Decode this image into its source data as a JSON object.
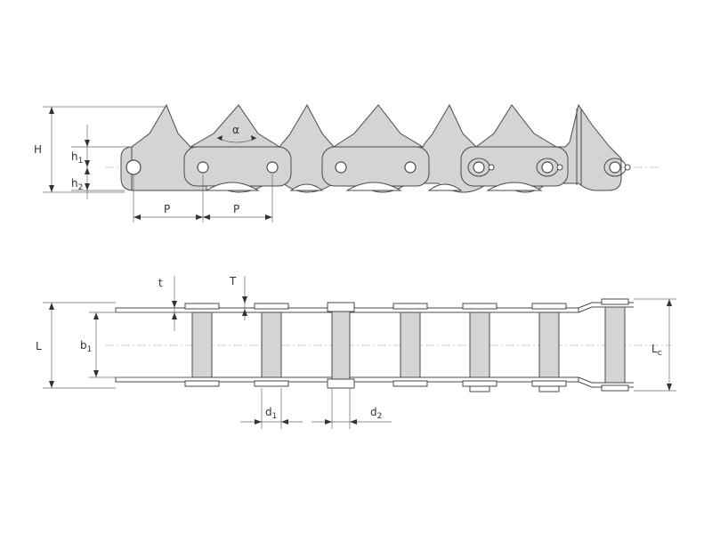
{
  "labels": {
    "H": "H",
    "h1_main": "h",
    "h1_sub": "1",
    "h2_main": "h",
    "h2_sub": "2",
    "P1": "P",
    "P2": "P",
    "alpha": "α",
    "t": "t",
    "T": "T",
    "L": "L",
    "b1_main": "b",
    "b1_sub": "1",
    "Lc_main": "L",
    "Lc_sub": "c",
    "d1_main": "d",
    "d1_sub": "1",
    "d2_main": "d",
    "d2_sub": "2"
  },
  "colors": {
    "fill": "#d4d4d4",
    "stroke": "#4a4a4a"
  }
}
